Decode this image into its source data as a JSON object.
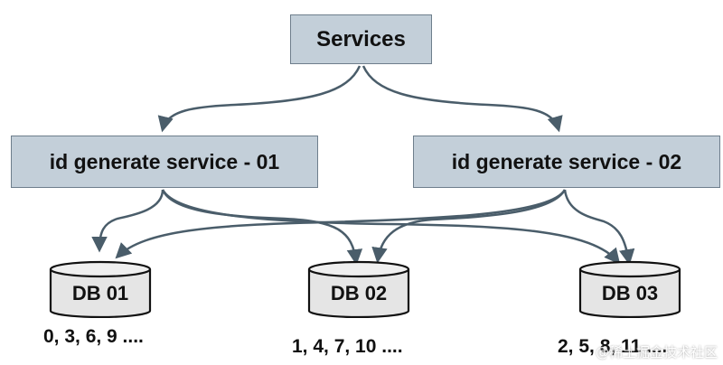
{
  "nodes": {
    "services": "Services",
    "id_generator_01": "id generate service - 01",
    "id_generator_02": "id generate service - 02"
  },
  "databases": [
    {
      "label": "DB 01",
      "sequence": "0, 3, 6, 9 ...."
    },
    {
      "label": "DB 02",
      "sequence": "1, 4, 7, 10 ...."
    },
    {
      "label": "DB 03",
      "sequence": "2, 5, 8, 11 ...."
    }
  ],
  "watermark": "@稀土掘金技术社区",
  "edges": [
    {
      "from": "Services",
      "to": "id generate service - 01"
    },
    {
      "from": "Services",
      "to": "id generate service - 02"
    },
    {
      "from": "id generate service - 01",
      "to": "DB 01"
    },
    {
      "from": "id generate service - 01",
      "to": "DB 02"
    },
    {
      "from": "id generate service - 01",
      "to": "DB 03"
    },
    {
      "from": "id generate service - 02",
      "to": "DB 01"
    },
    {
      "from": "id generate service - 02",
      "to": "DB 02"
    },
    {
      "from": "id generate service - 02",
      "to": "DB 03"
    }
  ],
  "colors": {
    "box_fill": "#c3cfd9",
    "box_border": "#6e7e8c",
    "arrow": "#4a5d6a",
    "db_fill": "#e5e5e5"
  }
}
